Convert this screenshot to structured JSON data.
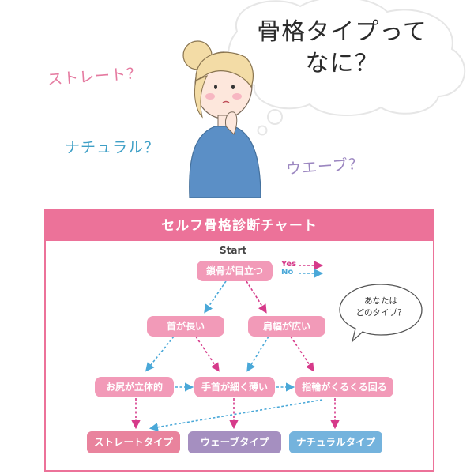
{
  "bubble": {
    "title_line1": "骨格タイプって",
    "title_line2": "なに？"
  },
  "questions": {
    "straight": "ストレート？",
    "natural": "ナチュラル？",
    "wave": "ウエーブ？"
  },
  "chart": {
    "title": "セルフ骨格診断チャート",
    "start": "Start",
    "legend_yes": "Yes",
    "legend_no": "No",
    "nodes": {
      "collarbone": "鎖骨が目立つ",
      "long_neck": "首が長い",
      "wide_shoulders": "肩幅が広い",
      "flat_hips": "お尻が立体的",
      "thin_wrists": "手首が細く薄い",
      "fingers": "指輪がくるくる回る"
    },
    "results": {
      "straight": "ストレートタイプ",
      "wave": "ウェーブタイプ",
      "natural": "ナチュラルタイプ"
    },
    "speech_line1": "あなたは",
    "speech_line2": "どのタイプ？"
  },
  "colors": {
    "pink": "#ec7299",
    "node_pink": "#f29ab8",
    "yes_arrow": "#d63a8a",
    "no_arrow": "#4aa8d8",
    "straight_box": "#e9839d",
    "wave_box": "#a58fc0",
    "natural_box": "#74b3dd",
    "straight_text": "#e57aa0",
    "natural_text": "#3e9fc6",
    "wave_text": "#9b86c0"
  }
}
